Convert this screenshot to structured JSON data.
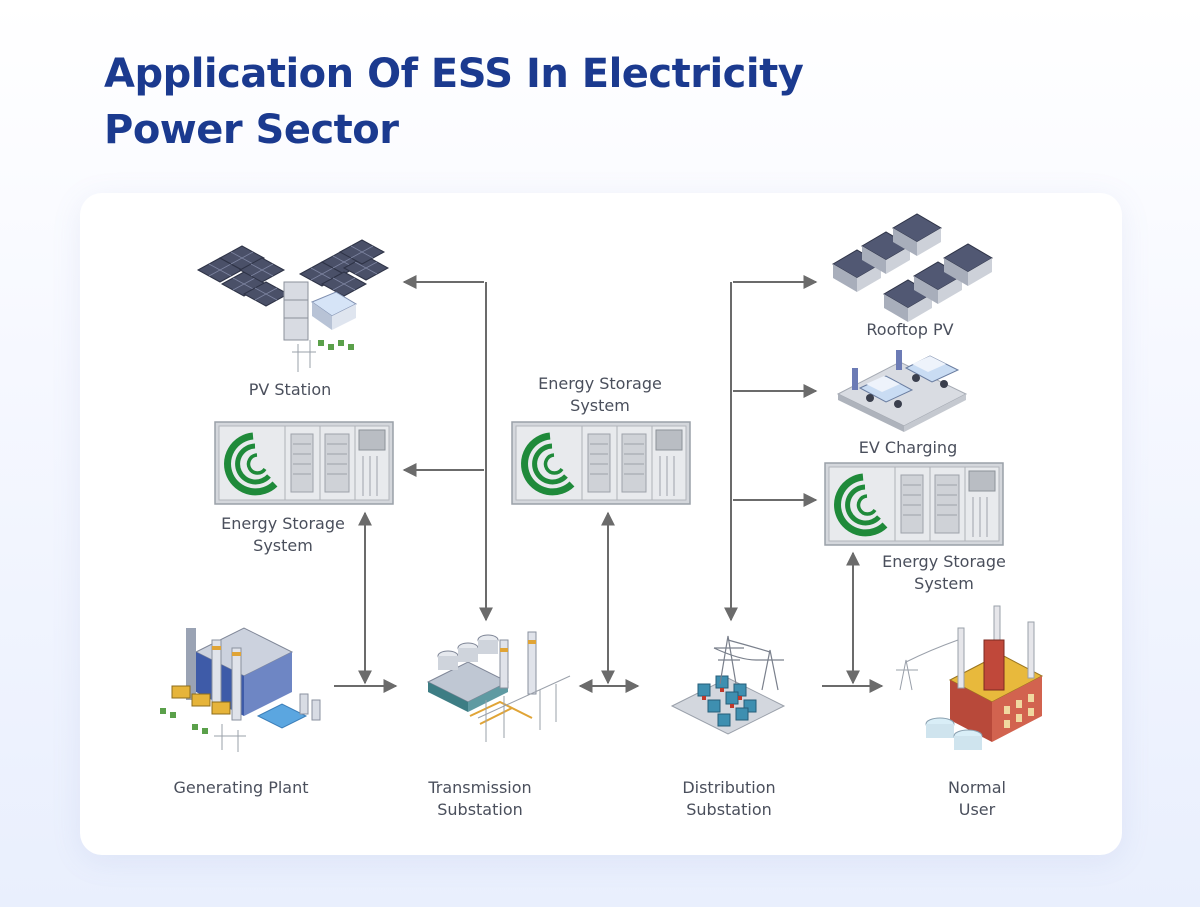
{
  "title": {
    "line1": "Application Of ESS In Electricity",
    "line2": "Power Sector"
  },
  "nodes": {
    "pv_station": "PV Station",
    "ess_left": [
      "Energy Storage",
      "System"
    ],
    "ess_center": [
      "Energy Storage",
      "System"
    ],
    "ess_right": [
      "Energy Storage",
      "System"
    ],
    "rooftop_pv": "Rooftop PV",
    "ev_charging": "EV Charging",
    "generating_plant": "Generating Plant",
    "transmission_substation": [
      "Transmission",
      "Substation"
    ],
    "distribution_substation": [
      "Distribution",
      "Substation"
    ],
    "normal_user": [
      "Normal",
      "User"
    ]
  },
  "colors": {
    "title": "#1b3a8f",
    "arrow": "#6b6b6b",
    "logo_green": "#1f8a3a",
    "container_gray": "#c9ccd1"
  }
}
